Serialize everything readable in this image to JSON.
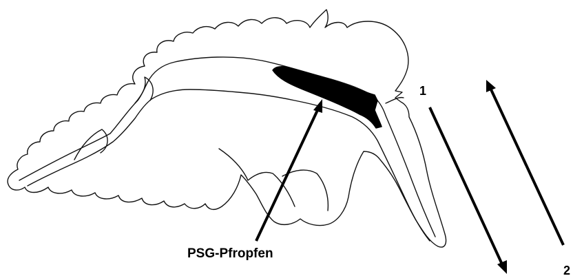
{
  "labels": {
    "plug": "PSG-Pfropfen",
    "arrow1": "1",
    "arrow2": "2"
  },
  "colors": {
    "outline": "#111111",
    "plug_fill": "#000000",
    "arrow": "#000000",
    "background": "#ffffff"
  }
}
